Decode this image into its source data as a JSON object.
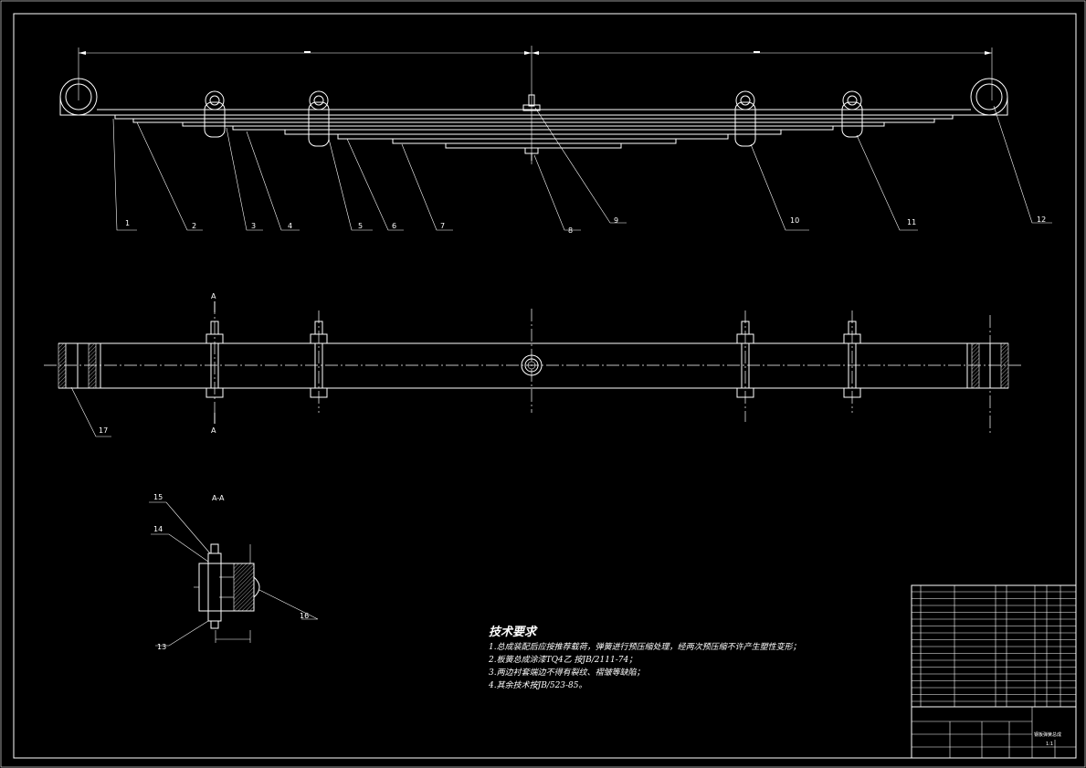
{
  "callouts": {
    "c1": "1",
    "c2": "2",
    "c3": "3",
    "c4": "4",
    "c5": "5",
    "c6": "6",
    "c7": "7",
    "c8": "8",
    "c9": "9",
    "c10": "10",
    "c11": "11",
    "c12": "12",
    "c13": "13",
    "c14": "14",
    "c15": "15",
    "c16": "16",
    "c17": "17"
  },
  "section": {
    "marker": "A",
    "title": "A-A"
  },
  "tech_notes": {
    "title": "技术要求",
    "line1": "1.总成装配后应按推荐载荷，弹簧进行预压缩处理，经两次预压缩不许产生塑性变形；",
    "line2": "2.板簧总成涂漆TQ4乙 按JB/2111-74；",
    "line3": "3.两边衬套端边不得有裂纹、褶皱等缺陷；",
    "line4": "4.其余技术按JB/523-85。"
  },
  "title_block": {
    "drawing_title": "钢板弹簧总成",
    "scale": "1:1"
  },
  "colors": {
    "background": "#000000",
    "lines": "#ffffff"
  }
}
